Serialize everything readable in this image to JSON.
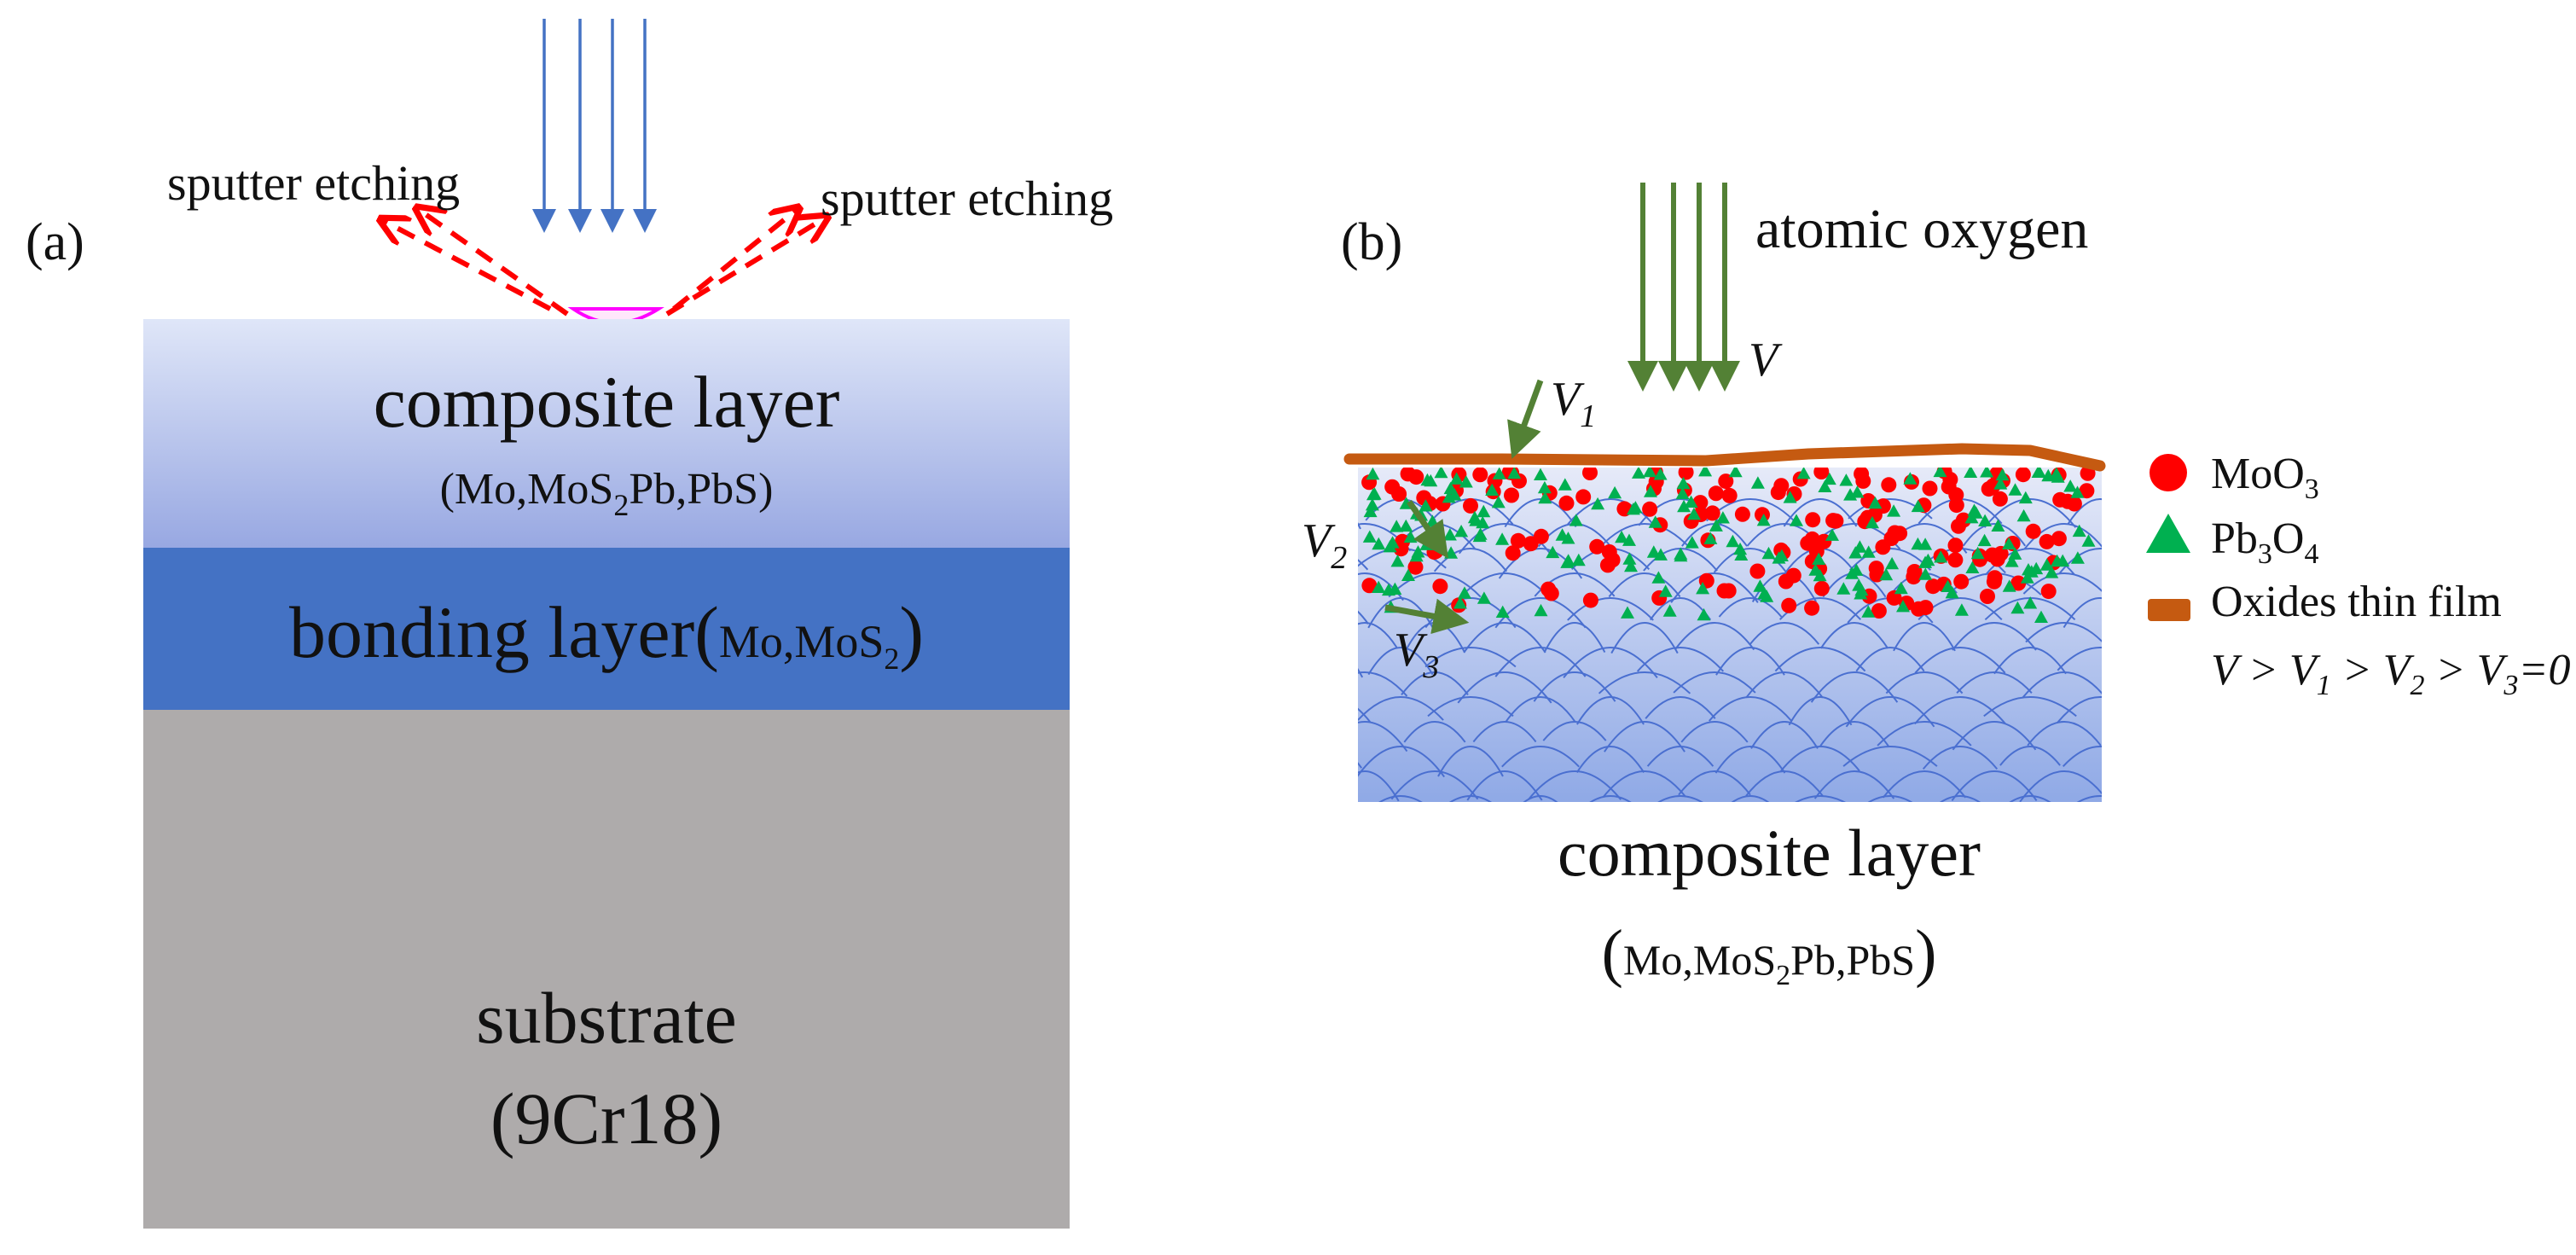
{
  "panel_a": {
    "label": "(a)",
    "sputter_left": "sputter etching",
    "sputter_right": "sputter etching",
    "composite": {
      "title": "composite layer",
      "formula_parts": [
        "(Mo,MoS",
        "2",
        "Pb,PbS)"
      ]
    },
    "bonding": {
      "title": "bonding layer",
      "formula_parts": [
        "(",
        "Mo,MoS",
        "2",
        ")"
      ]
    },
    "substrate": {
      "title": "substrate",
      "formula": "(9Cr18)"
    },
    "colors": {
      "composite_top": "#dfe6f8",
      "composite_bottom": "#98a8e2",
      "bonding": "#4472c4",
      "substrate": "#aeabab",
      "beam": "#4472c4",
      "sputter": "#ff0000",
      "crater": "#ff00ff"
    }
  },
  "panel_b": {
    "label": "(b)",
    "atomic_oxygen": "atomic oxygen",
    "velocity_labels": {
      "v": "V",
      "v1": "V",
      "v1_sub": "1",
      "v2": "V",
      "v2_sub": "2",
      "v3": "V",
      "v3_sub": "3"
    },
    "composite": {
      "title": "composite layer",
      "formula_parts": [
        "(",
        "Mo,MoS",
        "2",
        "Pb,PbS",
        ")"
      ]
    },
    "legend": {
      "moo3_parts": [
        "MoO",
        "3"
      ],
      "pb3o4_parts": [
        "Pb",
        "3",
        "O",
        "4"
      ],
      "film": "Oxides thin film",
      "relation_parts": [
        "V > V",
        "1",
        " > V",
        "2",
        " > V",
        "3",
        "=0"
      ]
    },
    "colors": {
      "arrows": "#538135",
      "moo3": "#ff0000",
      "pb3o4": "#00b050",
      "film": "#c55a11",
      "layer_top": "#e6eaf8",
      "layer_bottom": "#8fa9e6",
      "arcs": "#4a6fd0"
    }
  }
}
